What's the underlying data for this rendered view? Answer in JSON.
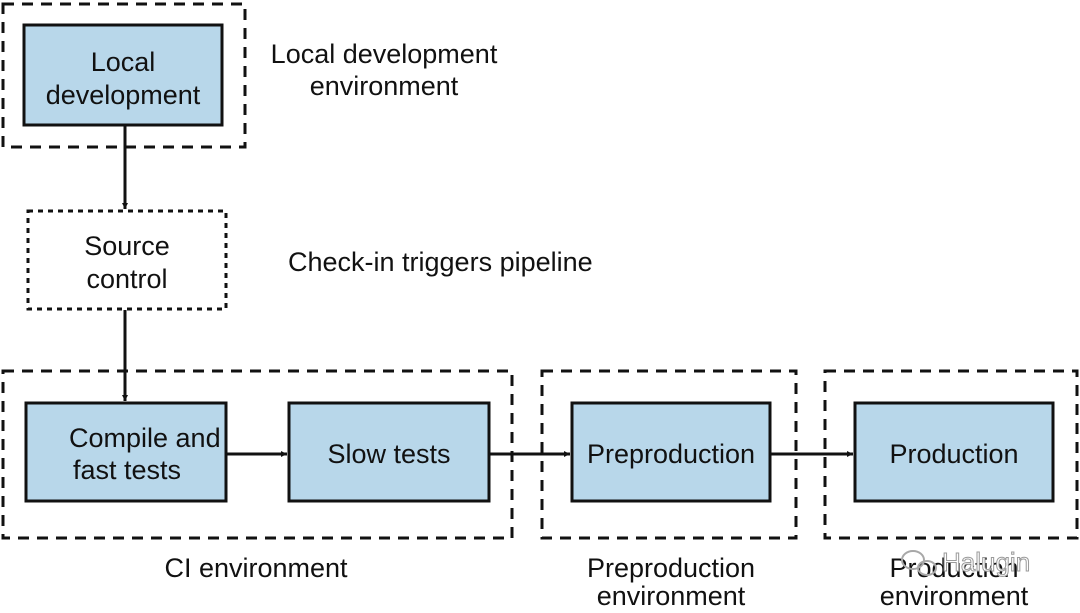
{
  "stages": {
    "local_development": [
      "Local",
      "development"
    ],
    "source_control": [
      "Source",
      "control"
    ],
    "compile_fast_tests": [
      "Compile and",
      "fast tests"
    ],
    "slow_tests": "Slow tests",
    "preproduction": "Preproduction",
    "production": "Production"
  },
  "environments": {
    "local": [
      "Local development",
      "environment"
    ],
    "ci": "CI environment",
    "preproduction": [
      "Preproduction",
      "environment"
    ],
    "production": [
      "Production",
      "environment"
    ]
  },
  "annotations": {
    "check_in": "Check-in triggers pipeline"
  },
  "watermark": "Halugin",
  "colors": {
    "stage_fill": "#b8d7ea",
    "stroke": "#111111"
  }
}
